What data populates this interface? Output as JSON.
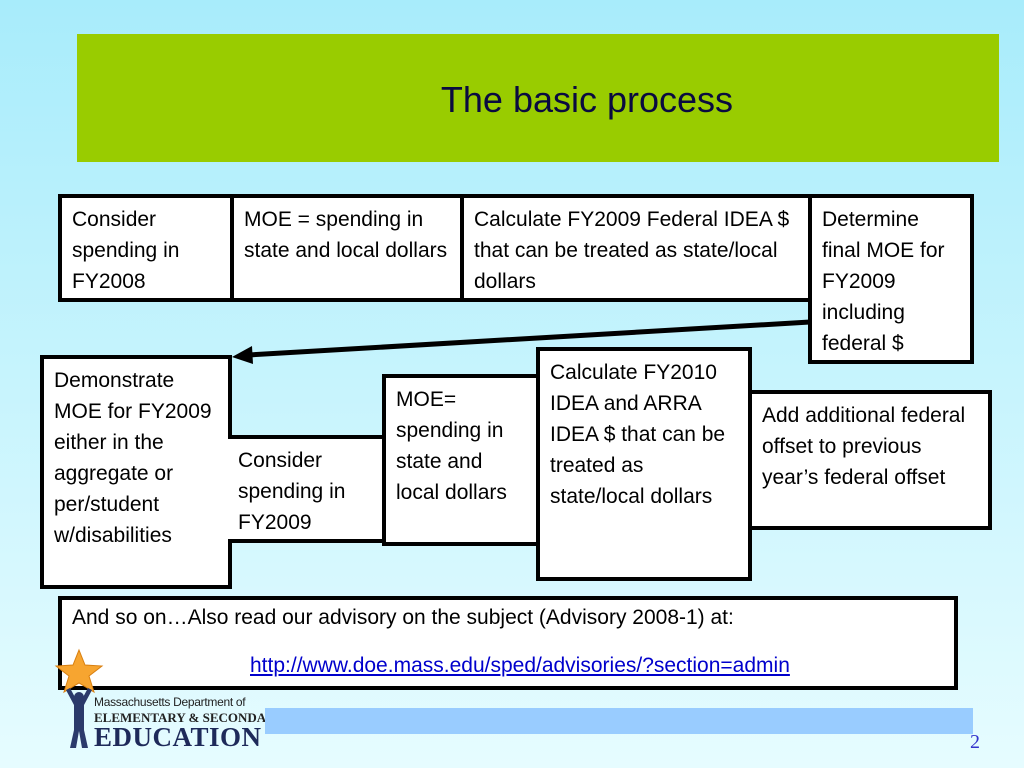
{
  "slide": {
    "title": "The basic process",
    "page_number": "2"
  },
  "boxes": {
    "consider_fy2008": "Consider spending in FY2008",
    "moe_spending_1": "MOE = spending in state and local dollars",
    "calc_fy2009": "Calculate FY2009 Federal IDEA $ that can be treated as state/local dollars",
    "determine_final": "Determine final MOE for FY2009 including federal $",
    "demonstrate_moe": "Demonstrate MOE for FY2009 either in the aggregate or per/student w/disabilities",
    "consider_fy2009": "Consider spending in FY2009",
    "moe_spending_2": "MOE= spending in state and local dollars",
    "calc_fy2010": "Calculate FY2010 IDEA and ARRA IDEA $ that can be treated as state/local dollars",
    "add_offset": "Add additional federal offset to previous year’s federal offset"
  },
  "note": {
    "text": "And so on…Also read our advisory on the subject (Advisory 2008-1) at:",
    "link": "http://www.doe.mass.edu/sped/advisories/?section=admin"
  },
  "logo": {
    "line1": "Massachusetts Department of",
    "line2": "ELEMENTARY & SECONDARY",
    "line3": "EDUCATION"
  },
  "colors": {
    "title_bar": "#99cc00",
    "footer_bar": "#99ccff",
    "link": "#0000cc",
    "star": "#f7a530"
  }
}
